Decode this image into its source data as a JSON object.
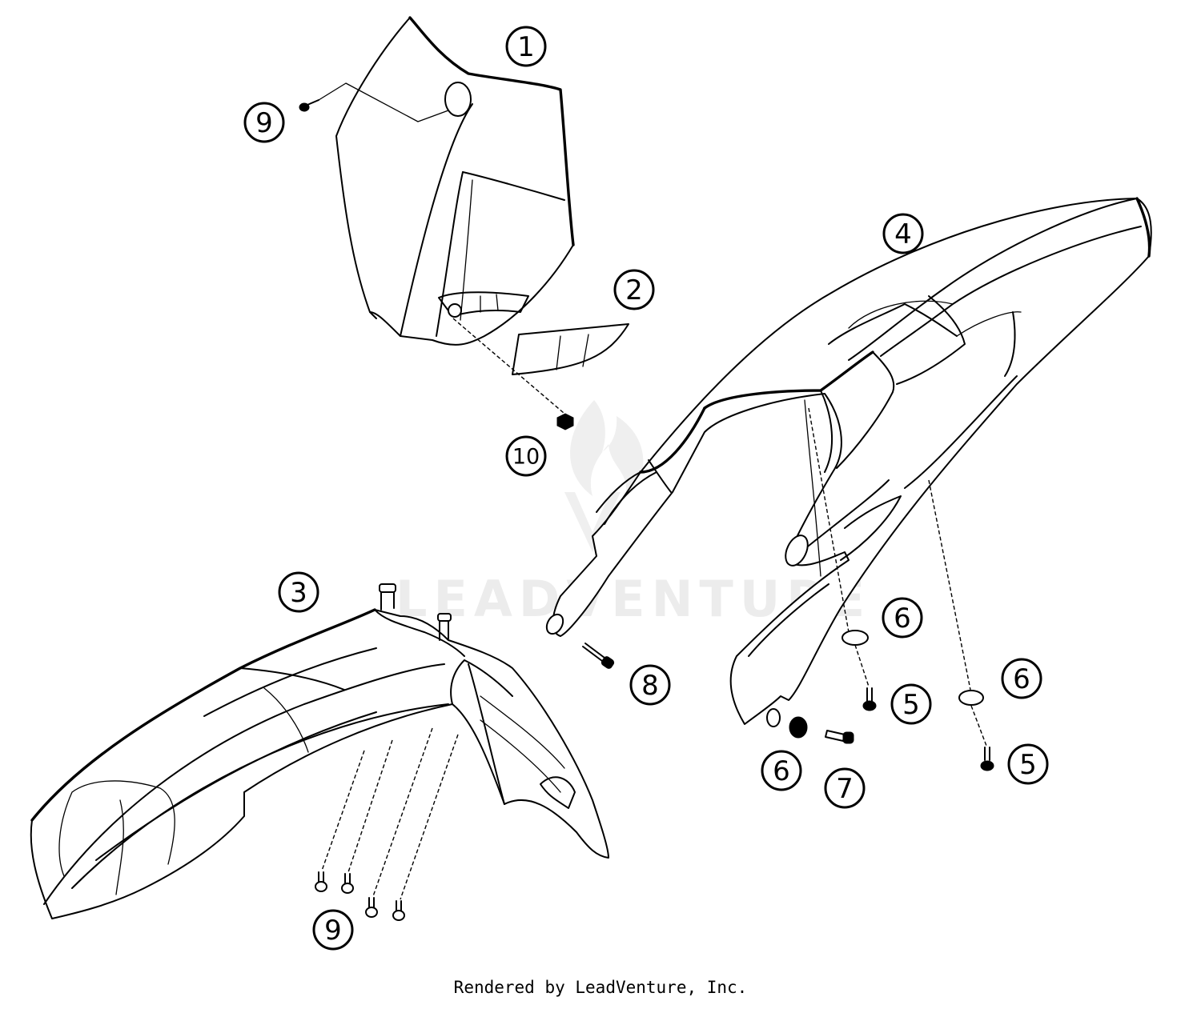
{
  "watermark": {
    "text": "LEADVENTURE"
  },
  "credit": "Rendered by LeadVenture, Inc.",
  "callouts": [
    {
      "id": "c1",
      "label": "1"
    },
    {
      "id": "c2",
      "label": "2"
    },
    {
      "id": "c3",
      "label": "3"
    },
    {
      "id": "c4",
      "label": "4"
    },
    {
      "id": "c5a",
      "label": "5"
    },
    {
      "id": "c5b",
      "label": "5"
    },
    {
      "id": "c6a",
      "label": "6"
    },
    {
      "id": "c6b",
      "label": "6"
    },
    {
      "id": "c6c",
      "label": "6"
    },
    {
      "id": "c7",
      "label": "7"
    },
    {
      "id": "c8",
      "label": "8"
    },
    {
      "id": "c9a",
      "label": "9"
    },
    {
      "id": "c9b",
      "label": "9"
    },
    {
      "id": "c10",
      "label": "10"
    }
  ]
}
